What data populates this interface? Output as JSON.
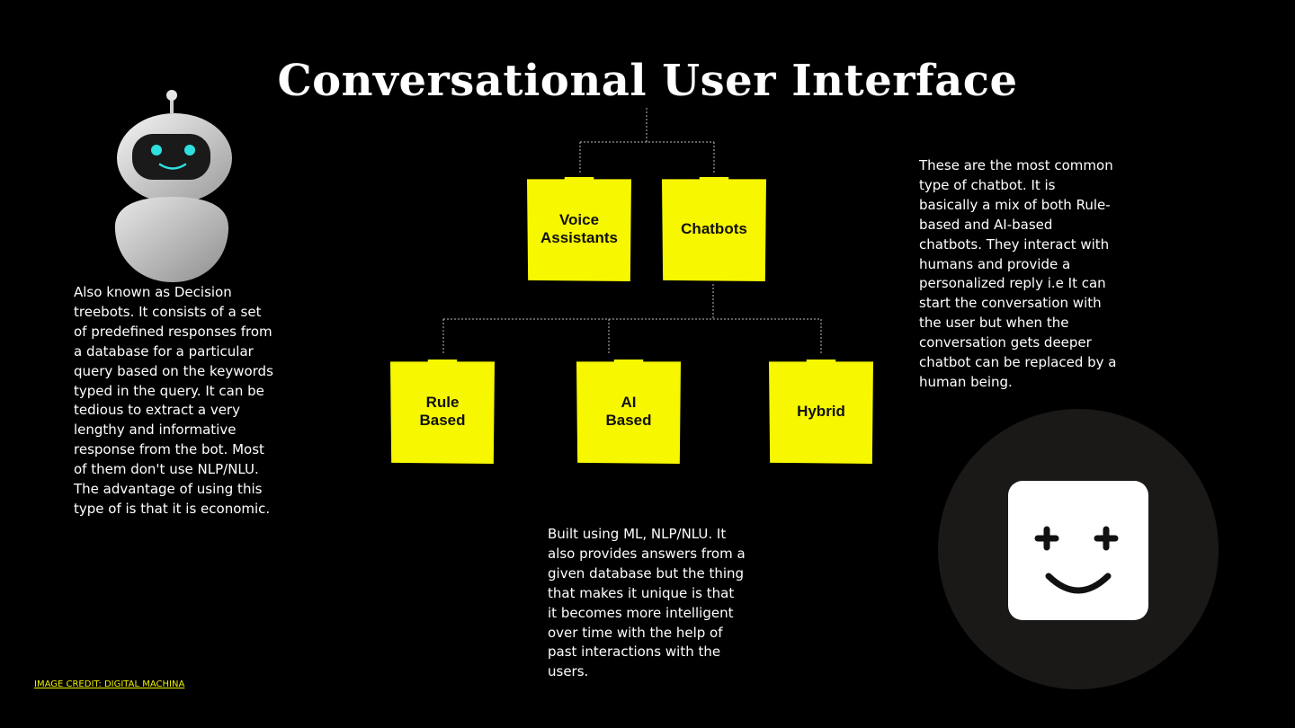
{
  "title": "Conversational User Interface",
  "boxes": {
    "voice": "Voice\nAssistants",
    "chatbots": "Chatbots",
    "rule": "Rule\nBased",
    "ai": "AI\nBased",
    "hybrid": "Hybrid"
  },
  "notes": {
    "rule_based": "Also known as Decision treebots. It consists of a set of predefined responses from a database for a particular query based on the keywords typed in the query. It can be tedious to extract a very lengthy and informative response from the bot.  Most of them don't use NLP/NLU. The advantage of using this type of is that it is economic.",
    "hybrid": "These are the most common type of chatbot. It is basically a mix of both Rule-based and AI-based chatbots. They interact with humans and provide a personalized reply i.e It can start the conversation with the user but when the conversation gets deeper chatbot can be replaced by a human being.",
    "ai_based": "Built using ML, NLP/NLU. It also provides answers from a given database but the thing that makes it unique is that it becomes more intelligent over time with the help of past interactions with the users."
  },
  "credit": "IMAGE CREDIT: DIGITAL MACHINA",
  "colors": {
    "background": "#000000",
    "sticky": "#f7f700",
    "text": "#ffffff",
    "credit": "#f0f000",
    "face_circle": "#1b1818"
  },
  "icons": {
    "robot": "robot-illustration",
    "face": "smiley-face-icon"
  }
}
